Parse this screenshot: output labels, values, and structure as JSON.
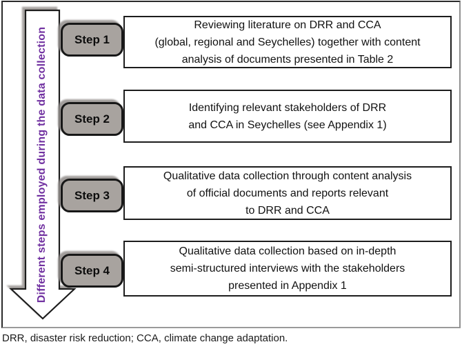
{
  "figure": {
    "side_label": "Different steps employed during the data collection",
    "steps": [
      {
        "label": "Step 1",
        "text": "Reviewing literature on DRR and CCA\n(global, regional and Seychelles) together with content\nanalysis of documents presented in Table 2"
      },
      {
        "label": "Step 2",
        "text": "Identifying relevant stakeholders of DRR\nand CCA in Seychelles (see Appendix 1)"
      },
      {
        "label": "Step 3",
        "text": "Qualitative data collection through content analysis\nof official documents and reports relevant\nto DRR and CCA"
      },
      {
        "label": "Step 4",
        "text": "Qualitative data collection based on in-depth\nsemi-structured interviews with the stakeholders\npresented in Appendix 1"
      }
    ],
    "caption": "DRR, disaster risk reduction; CCA, climate change adaptation.",
    "colors": {
      "accent_purple": "#7030a0",
      "step_fill": "#a8a39f",
      "border_black": "#1c1c1c"
    }
  }
}
